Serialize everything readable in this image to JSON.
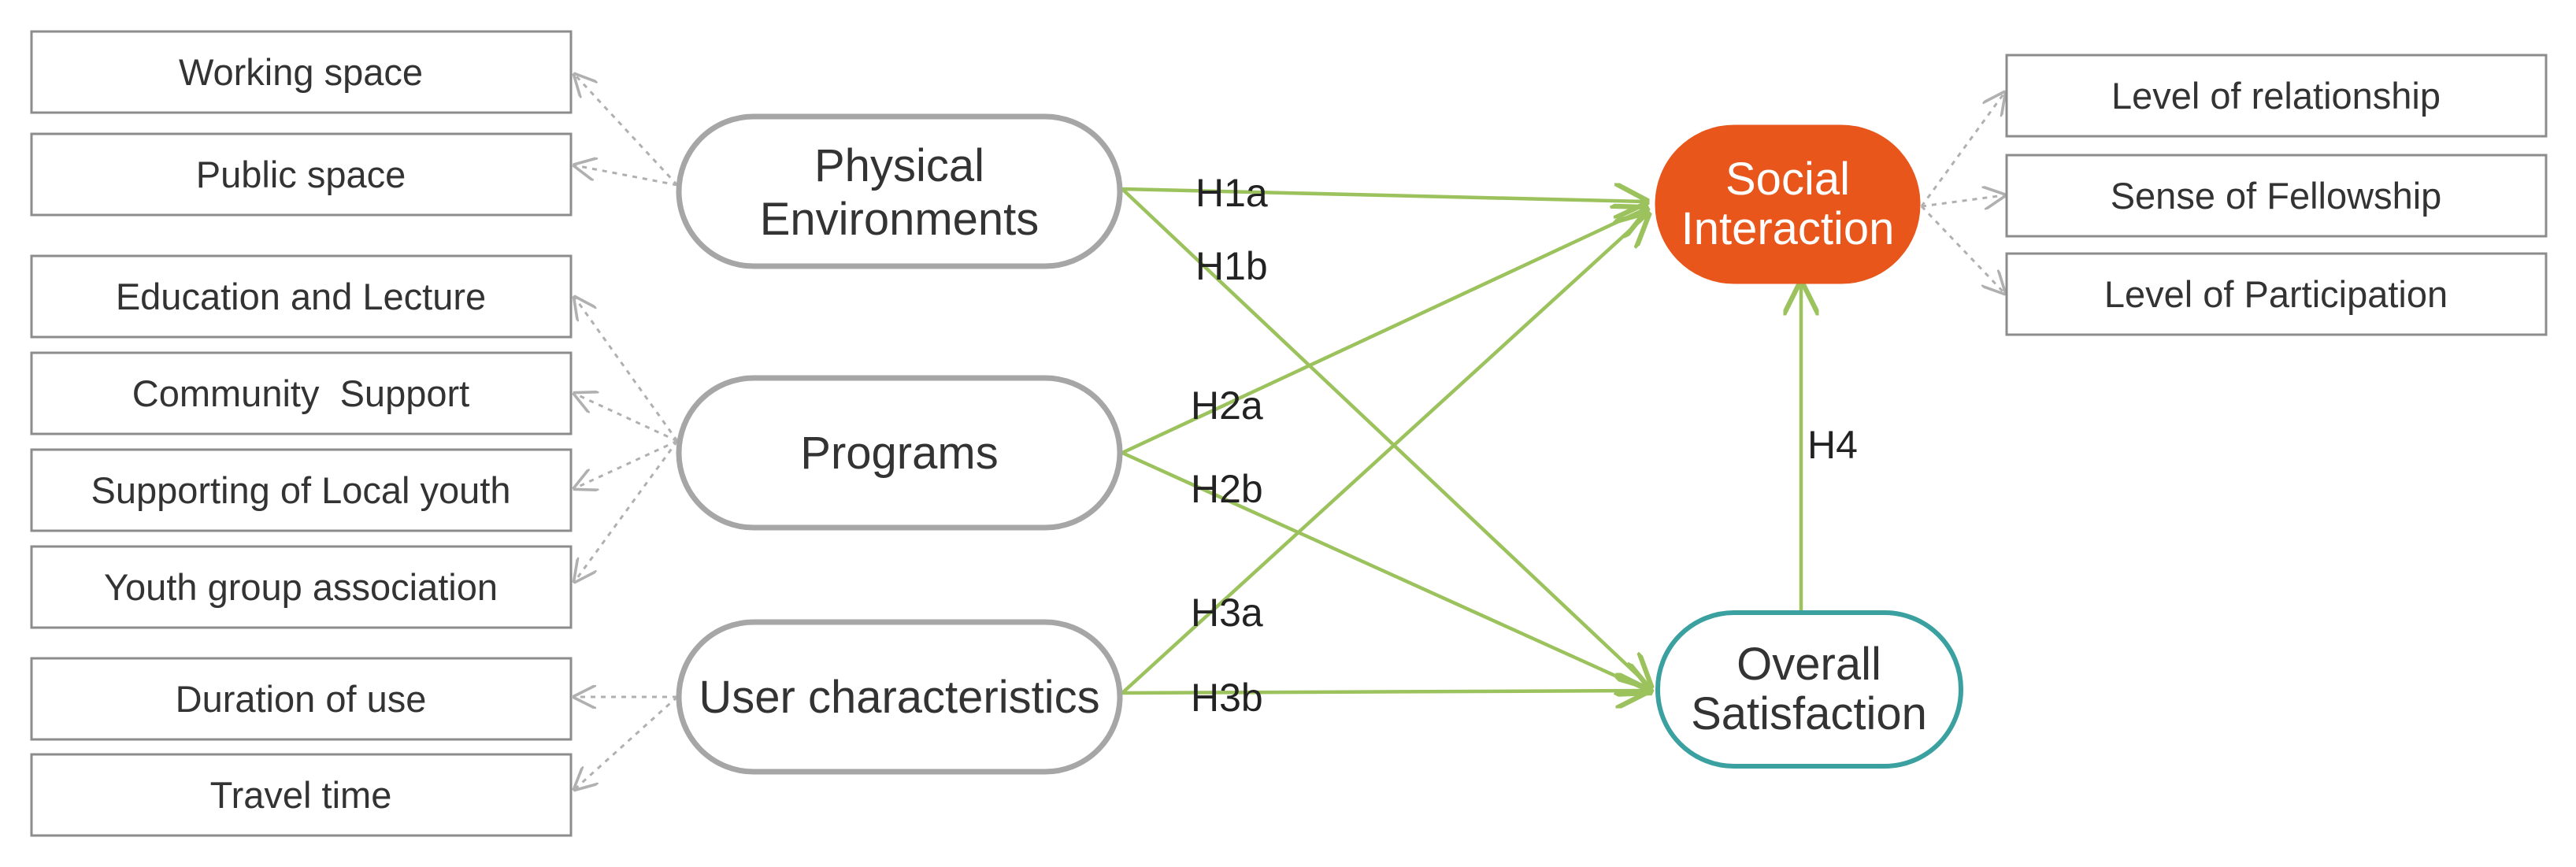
{
  "constructs": {
    "physical": {
      "line1": "Physical",
      "line2": "Environments"
    },
    "programs": {
      "label": "Programs"
    },
    "user": {
      "label": "User characteristics"
    },
    "social": {
      "line1": "Social",
      "line2": "Interaction"
    },
    "overall": {
      "line1": "Overall",
      "line2": "Satisfaction"
    }
  },
  "indicators": {
    "physical": [
      "Working space",
      "Public space"
    ],
    "programs": [
      "Education and Lecture",
      "Community  Support",
      "Supporting of Local youth",
      "Youth group association"
    ],
    "user": [
      "Duration of use",
      "Travel time"
    ],
    "social": [
      "Level of relationship",
      "Sense of Fellowship",
      "Level of Participation"
    ]
  },
  "hypotheses": [
    "H1a",
    "H1b",
    "H2a",
    "H2b",
    "H3a",
    "H3b",
    "H4"
  ],
  "colors": {
    "social_fill": "#e8561b",
    "overall_border": "#3aa0a0",
    "path_arrow": "#9bc25c",
    "construct_border": "#a6a6a6"
  }
}
